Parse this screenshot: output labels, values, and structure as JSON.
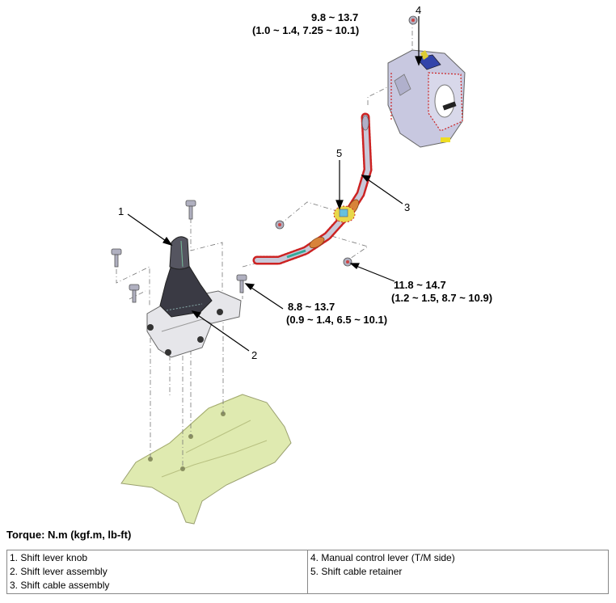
{
  "callouts": {
    "c1": "1",
    "c2": "2",
    "c3": "3",
    "c4": "4",
    "c5": "5"
  },
  "torques": {
    "t4_line1": "9.8 ~ 13.7",
    "t4_line2": "(1.0 ~ 1.4, 7.25 ~ 10.1)",
    "t_lever_line1": "8.8 ~ 13.7",
    "t_lever_line2": "(0.9 ~ 1.4, 6.5 ~ 10.1)",
    "t_cable_line1": "11.8 ~ 14.7",
    "t_cable_line2": "(1.2 ~ 1.5, 8.7 ~ 10.9)"
  },
  "torque_unit": "Torque: N.m (kgf.m, lb-ft)",
  "legend": {
    "left": [
      "1. Shift lever knob",
      "2. Shift lever assembly",
      "3. Shift cable assembly"
    ],
    "right": [
      "4. Manual control lever (T/M side)",
      "5. Shift cable retainer"
    ]
  },
  "colors": {
    "floor": "#dfeab0",
    "cable": "#c8c8d8",
    "cable_outline": "#cc2222",
    "retainer": "#e8d84a",
    "boot": "#3a3a44",
    "transmission": "#c8c8e0"
  }
}
